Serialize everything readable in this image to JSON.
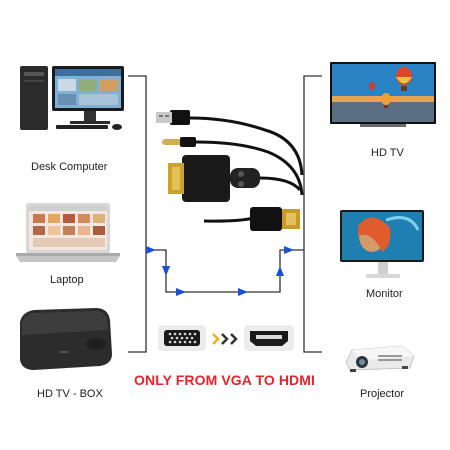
{
  "sources": [
    {
      "label": "Desk Computer",
      "icon": "desktop-computer-icon"
    },
    {
      "label": "Laptop",
      "icon": "laptop-icon"
    },
    {
      "label": "HD TV - BOX",
      "icon": "tv-box-icon"
    }
  ],
  "outputs": [
    {
      "label": "HD TV",
      "icon": "hd-tv-icon"
    },
    {
      "label": "Monitor",
      "icon": "monitor-icon"
    },
    {
      "label": "Projector",
      "icon": "projector-icon"
    }
  ],
  "banner": "ONLY FROM VGA TO HDMI",
  "colors": {
    "banner": "#e5232a",
    "arrow": "#1a4fd8",
    "line": "#333333"
  }
}
